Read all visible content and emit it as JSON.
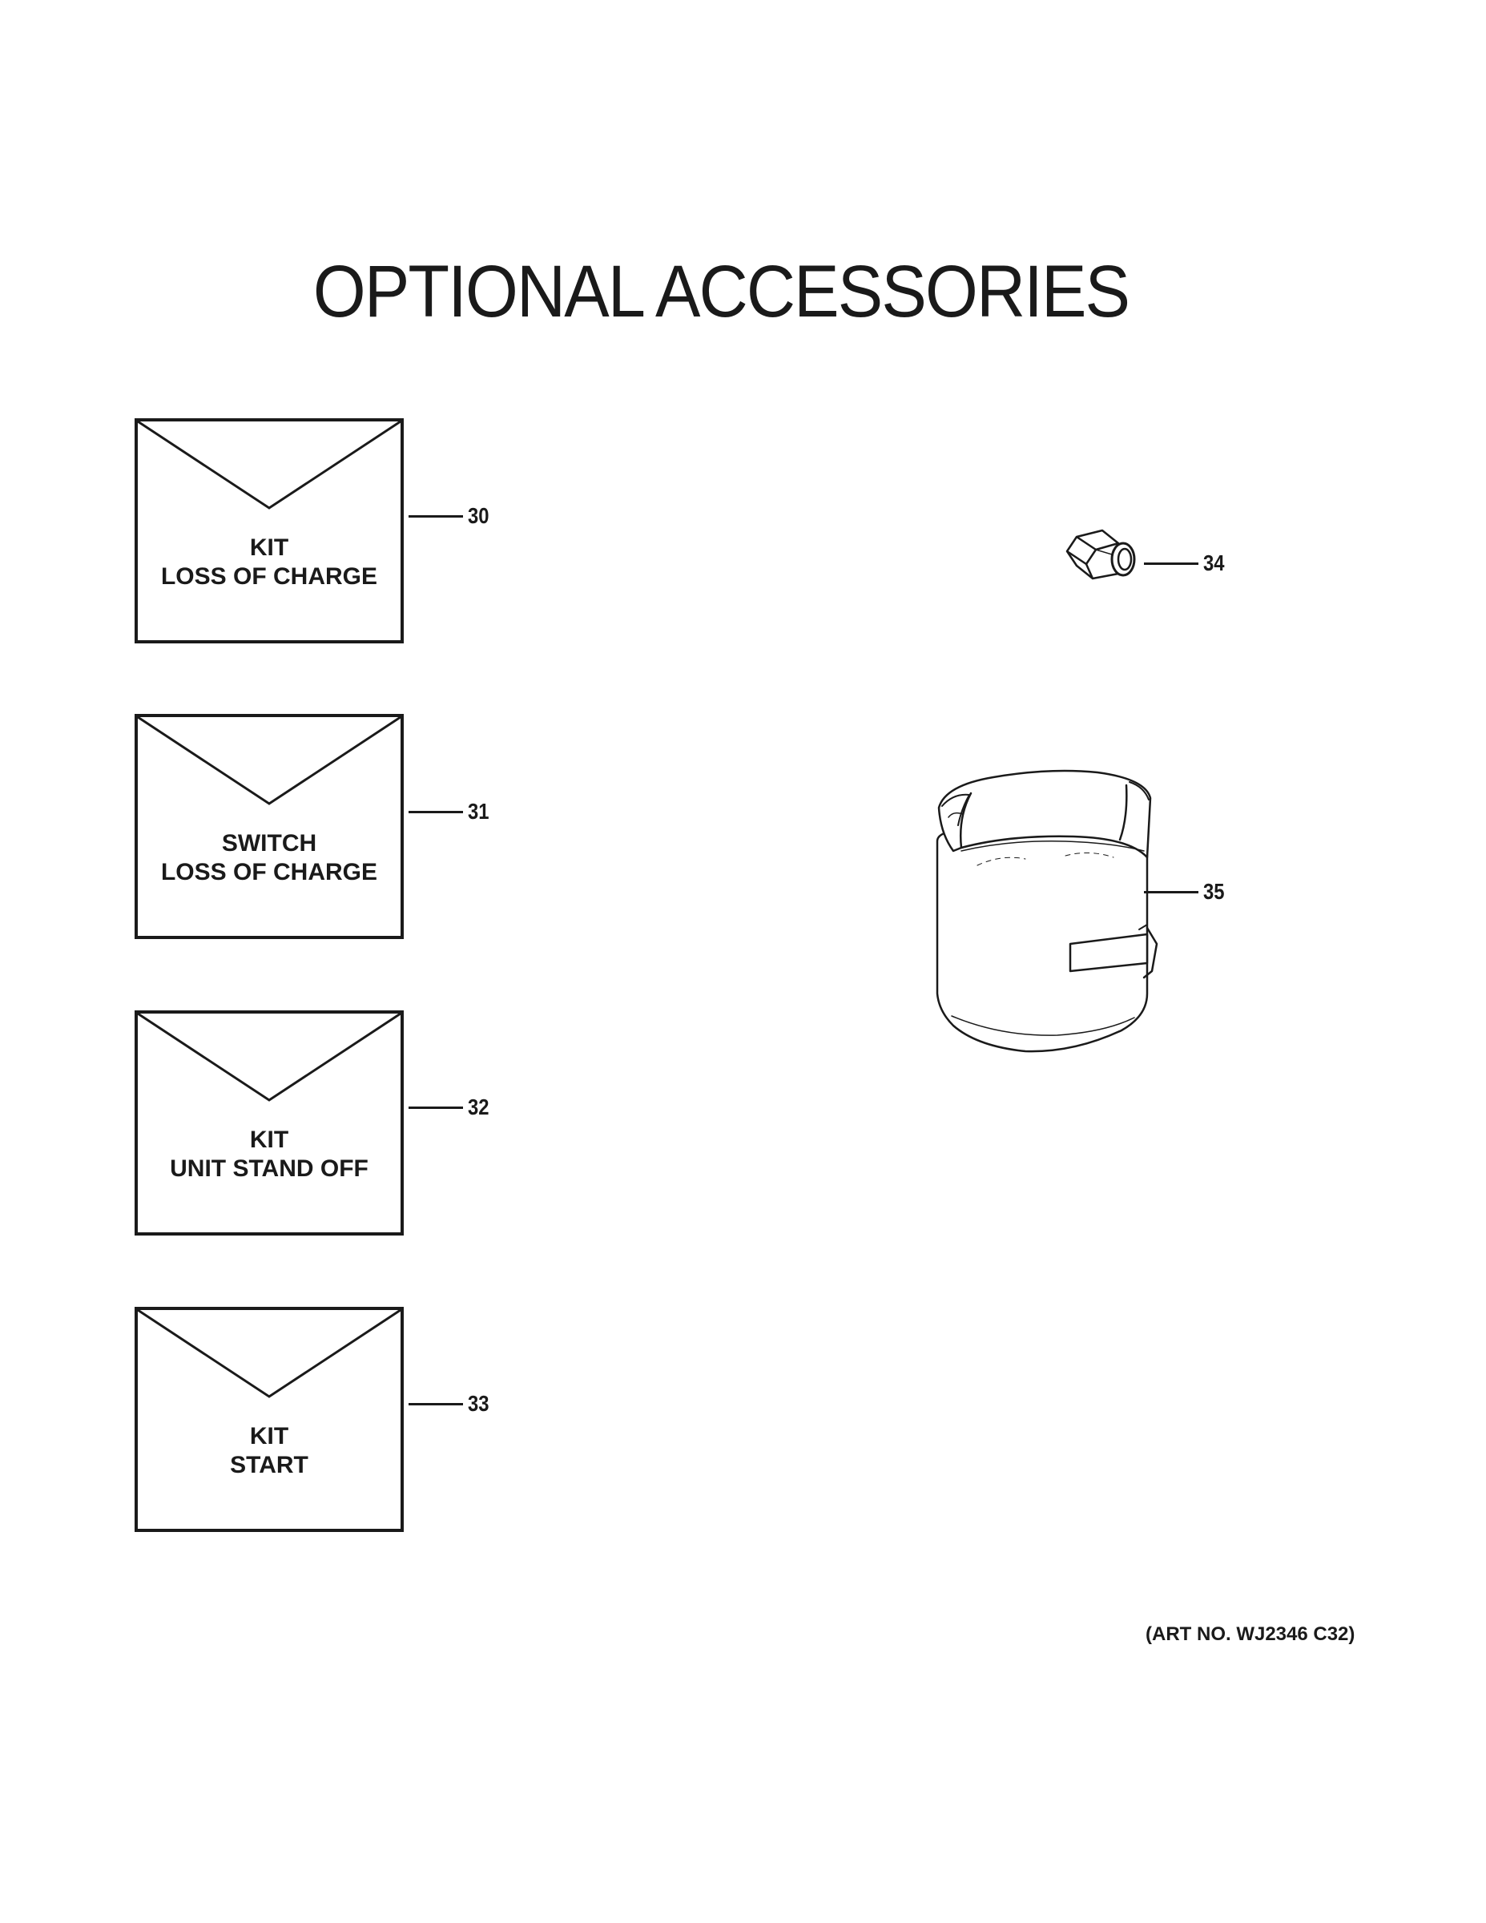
{
  "title": "OPTIONAL ACCESSORIES",
  "kits": [
    {
      "line1": "KIT",
      "line2": "LOSS OF CHARGE",
      "callout": "30"
    },
    {
      "line1": "SWITCH",
      "line2": "LOSS OF CHARGE",
      "callout": "31"
    },
    {
      "line1": "KIT",
      "line2": "UNIT STAND OFF",
      "callout": "32"
    },
    {
      "line1": "KIT",
      "line2": "START",
      "callout": "33"
    }
  ],
  "parts": [
    {
      "callout": "34",
      "icon": "hex-nut-icon"
    },
    {
      "callout": "35",
      "icon": "insulation-jacket-icon"
    }
  ],
  "art_number": "(ART NO. WJ2346 C32)"
}
